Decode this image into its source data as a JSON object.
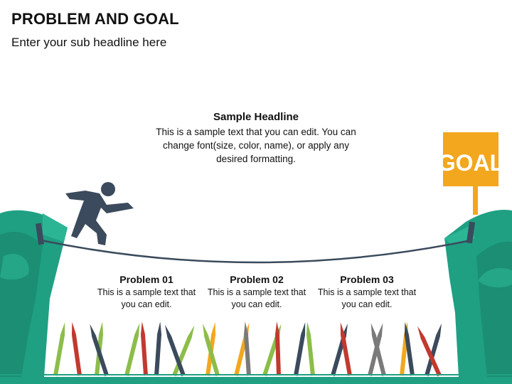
{
  "slide": {
    "title": "PROBLEM AND GOAL",
    "subtitle": "Enter your sub headline here"
  },
  "headline": {
    "title": "Sample Headline",
    "text": "This is a sample text that you can edit. You can change font(size, color, name), or apply any desired formatting."
  },
  "goal_sign": {
    "label": "GOAL"
  },
  "problems": [
    {
      "title": "Problem 01",
      "text": "This is a sample text that you can edit."
    },
    {
      "title": "Problem 02",
      "text": "This is a sample text that you can edit."
    },
    {
      "title": "Problem 03",
      "text": "This is a sample text that you can edit."
    }
  ],
  "colors": {
    "cliff_green": "#1fa083",
    "cliff_dark": "#178066",
    "goal_orange": "#f2a71e",
    "person": "#3b4a5c",
    "rope": "#3b4a5c",
    "stake_red": "#c2392f",
    "stake_green": "#8cbd4a",
    "stake_orange": "#f2a71e",
    "stake_gray": "#7a7a7a",
    "stake_navy": "#3b4a5c"
  }
}
